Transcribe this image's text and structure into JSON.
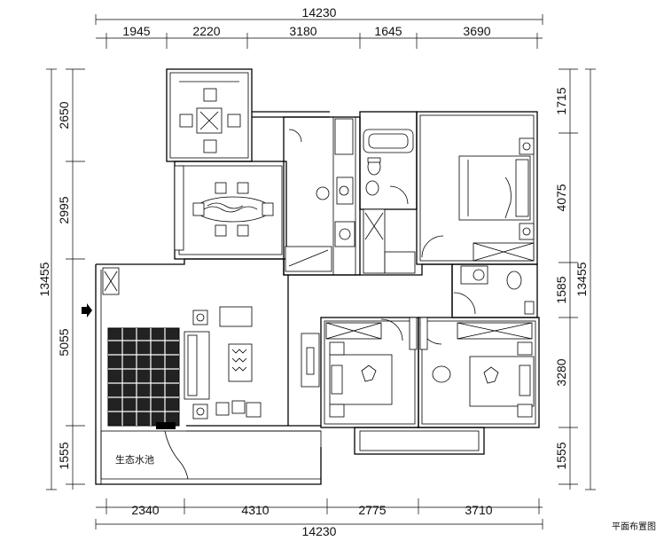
{
  "dimensions": {
    "top_total": "14230",
    "top_segments": [
      "1945",
      "2220",
      "3180",
      "1645",
      "3690"
    ],
    "bottom_total": "14230",
    "bottom_segments": [
      "2340",
      "4310",
      "2775",
      "3710"
    ],
    "left_total": "13455",
    "left_segments": [
      "2650",
      "2995",
      "5055",
      "1555"
    ],
    "right_total": "13455",
    "right_segments": [
      "1715",
      "4075",
      "1585",
      "3280",
      "1555"
    ]
  },
  "labels": {
    "pond": "生态水池",
    "drawing_title": "平面布置图"
  }
}
